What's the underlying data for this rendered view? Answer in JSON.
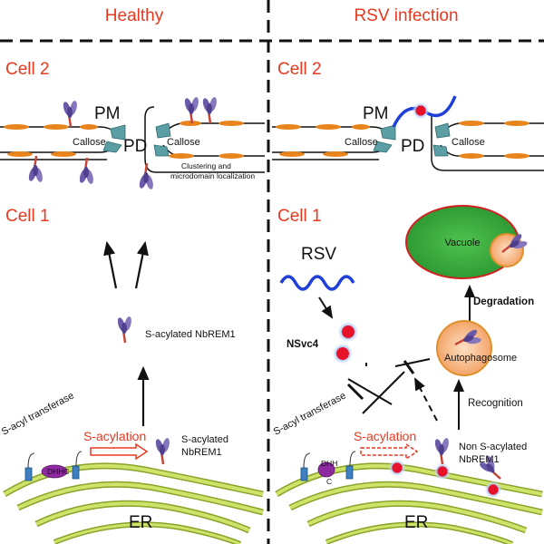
{
  "panels": {
    "healthy": {
      "title": "Healthy",
      "cell_top": "Cell 2",
      "cell_bottom": "Cell 1",
      "pm": "PM",
      "pd": "PD",
      "callose_left": "Callose",
      "callose_right": "Callose",
      "clustering_1": "Clustering and",
      "clustering_2": "microdomain localization",
      "s_acylated_mid": "S-acylated NbREM1",
      "s_acylated_low_1": "S-acylated",
      "s_acylated_low_2": "NbREM1",
      "transferase": "S-acyl transferase",
      "dhhc": "DHHC",
      "acylation": "S-acylation",
      "er": "ER"
    },
    "rsv": {
      "title": "RSV infection",
      "cell_top": "Cell 2",
      "cell_bottom": "Cell 1",
      "pm": "PM",
      "pd": "PD",
      "callose_left": "Callose",
      "callose_right": "Callose",
      "virus": "RSV",
      "nsvc4": "NSvc4",
      "vacuole": "Vacuole",
      "degradation": "Degradation",
      "autophagosome": "Autophagosome",
      "recognition": "Recognition",
      "non_acylated_1": "Non S-acylated",
      "non_acylated_2": "NbREM1",
      "transferase": "S-acyl transferase",
      "dhhc_1": "DHH",
      "dhhc_2": "C",
      "acylation": "S-acylation",
      "er": "ER"
    }
  },
  "colors": {
    "title_red": "#e8391f",
    "protein_purple": "#6a5aa8",
    "membrane_orange": "#e8841c",
    "callose_teal": "#5b9ea3",
    "er_green": "#b7d13a",
    "vacuole_green": "#3aa63a",
    "nsvc4_red": "#e8112a",
    "virus_blue": "#1f3fd8"
  }
}
